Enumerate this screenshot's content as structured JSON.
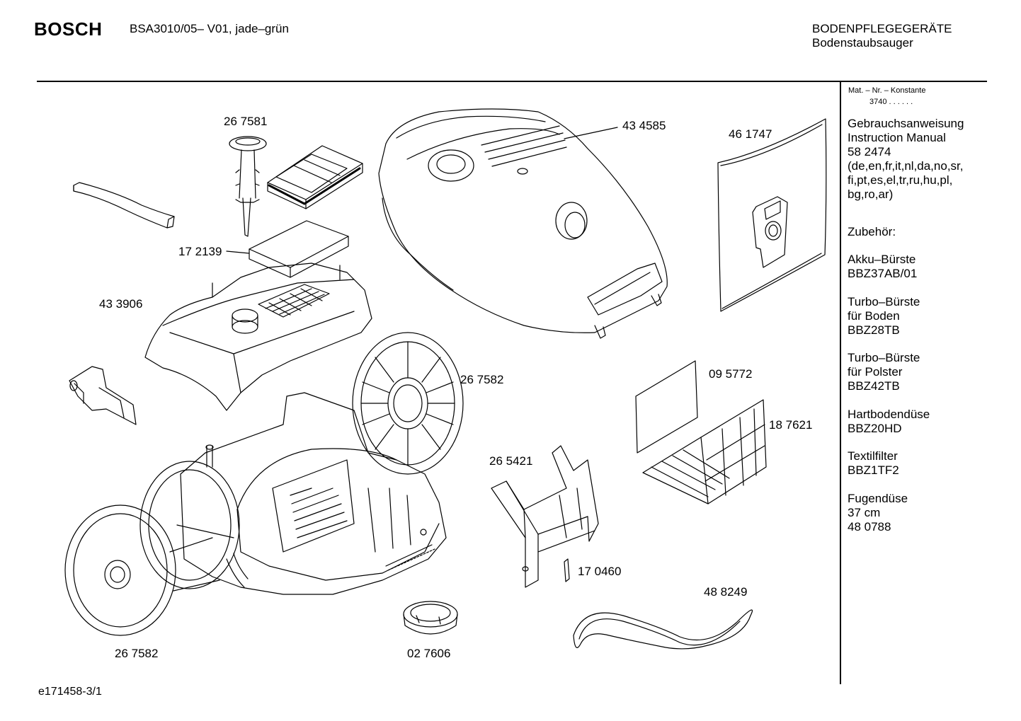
{
  "header": {
    "brand": "BOSCH",
    "model": "BSA3010/05– V01, jade–grün",
    "category": "BODENPFLEGEGERÄTE",
    "subcategory": "Bodenstaubsauger"
  },
  "sidebar": {
    "mat_label": "Mat. – Nr. – Konstante",
    "mat_value": "3740 . . . . . .",
    "manual_title": "Gebrauchsanweisung",
    "manual_title_en": "Instruction Manual",
    "manual_number": "58 2474",
    "manual_langs_1": "(de,en,fr,it,nl,da,no,sr,",
    "manual_langs_2": "fi,pt,es,el,tr,ru,hu,pl,",
    "manual_langs_3": "bg,ro,ar)",
    "accessories_title": "Zubehör:",
    "accessories": [
      {
        "lines": [
          "Akku–Bürste",
          "BBZ37AB/01"
        ]
      },
      {
        "lines": [
          "Turbo–Bürste",
          "für Boden",
          "BBZ28TB"
        ]
      },
      {
        "lines": [
          "Turbo–Bürste",
          "für Polster",
          "BBZ42TB"
        ]
      },
      {
        "lines": [
          "Hartbodendüse",
          "BBZ20HD"
        ]
      },
      {
        "lines": [
          "Textilfilter",
          "BBZ1TF2"
        ]
      },
      {
        "lines": [
          "Fugendüse",
          "37 cm",
          "48 0788"
        ]
      }
    ]
  },
  "parts": [
    {
      "id": "p1",
      "number": "26 7581"
    },
    {
      "id": "p2",
      "number": "43 4585"
    },
    {
      "id": "p3",
      "number": "46 1747"
    },
    {
      "id": "p4",
      "number": "17 2139"
    },
    {
      "id": "p5",
      "number": "43 3906"
    },
    {
      "id": "p6",
      "number": "26 7582"
    },
    {
      "id": "p7",
      "number": "09 5772"
    },
    {
      "id": "p8",
      "number": "18 7621"
    },
    {
      "id": "p9",
      "number": "26 5421"
    },
    {
      "id": "p10",
      "number": "17 0460"
    },
    {
      "id": "p11",
      "number": "48 8249"
    },
    {
      "id": "p12",
      "number": "26 7582"
    },
    {
      "id": "p13",
      "number": "02 7606"
    }
  ],
  "footer": {
    "drawing_id": "e171458-3/1"
  }
}
